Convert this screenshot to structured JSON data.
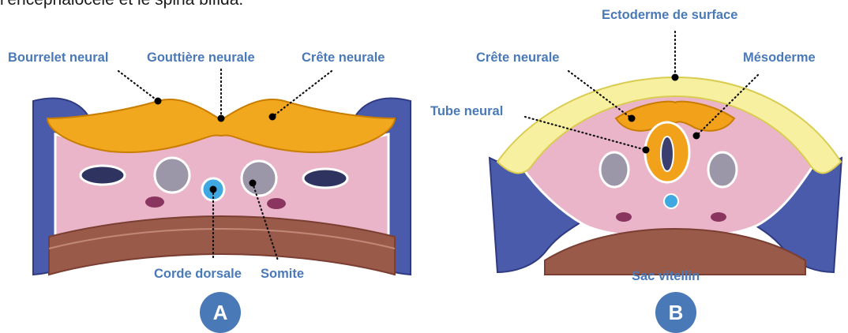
{
  "intro_text": "l’encéphalocèle et le spina bifida.",
  "diagram_a": {
    "badge": "A",
    "labels": {
      "bourrelet_neural": "Bourrelet neural",
      "gouttiere_neurale": "Gouttière neurale",
      "crete_neurale": "Crête neurale",
      "corde_dorsale": "Corde dorsale",
      "somite": "Somite"
    }
  },
  "diagram_b": {
    "badge": "B",
    "labels": {
      "ectoderme_de_surface": "Ectoderme de surface",
      "crete_neurale": "Crête neurale",
      "mesoderme": "Mésoderme",
      "tube_neural": "Tube neural",
      "sac_vitellin": "Sac vitellin"
    }
  },
  "colors": {
    "label": "#4a79b8",
    "ectoderm_a": "#f2a81e",
    "ectoderm_b": "#f6f0a0",
    "neural_crest": "#f2a21a",
    "mesoderm": "#eab5c8",
    "outer_blue": "#4656a6",
    "notochord": "#3fa8e0",
    "yolk": "#9a5a4a"
  }
}
